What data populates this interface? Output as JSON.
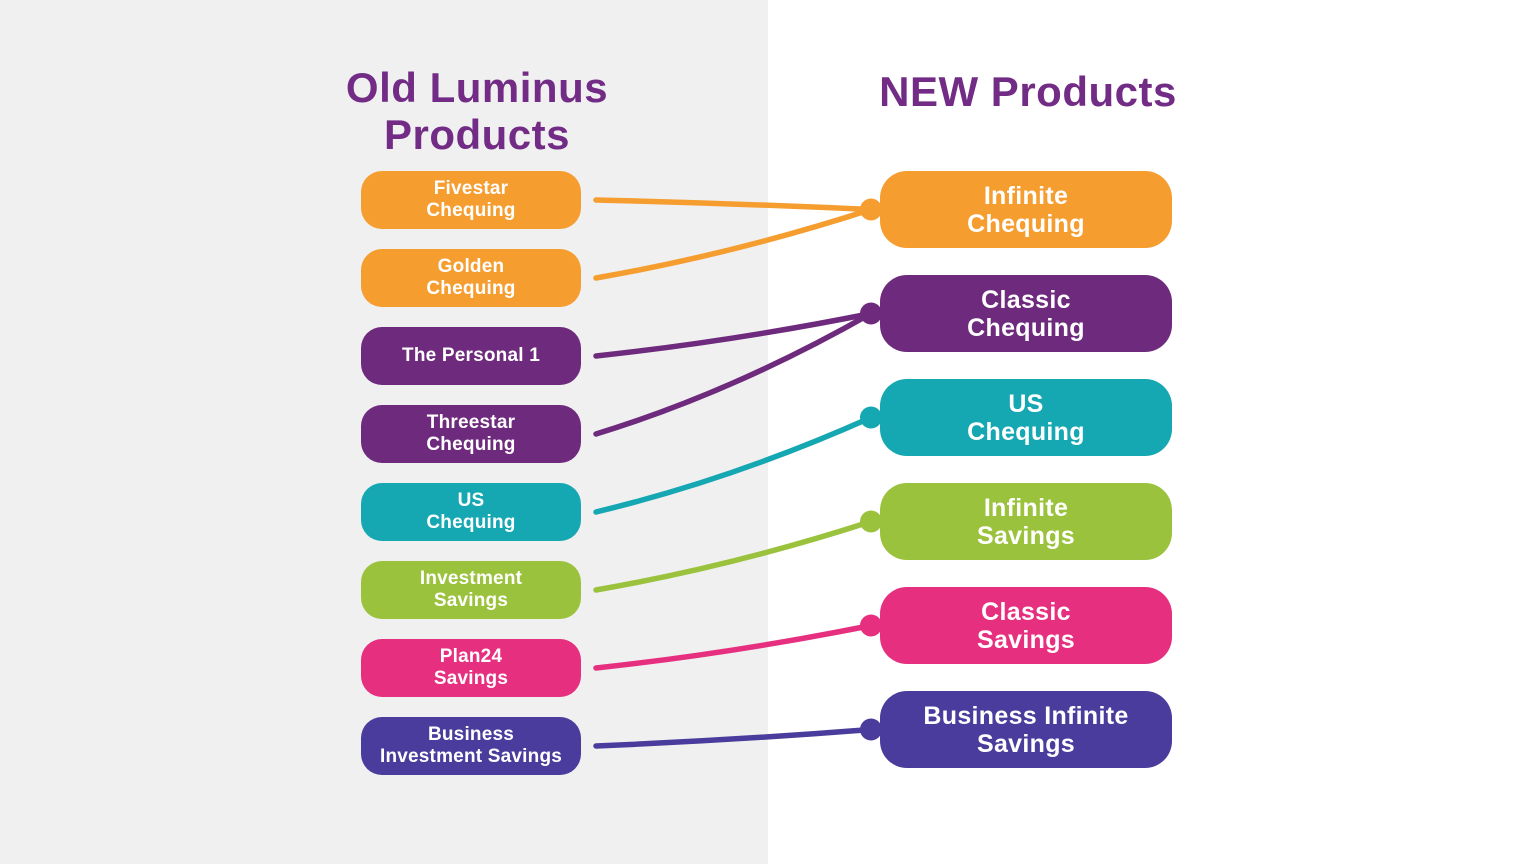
{
  "titles": {
    "left": "Old Luminus\nProducts",
    "right": "NEW Products"
  },
  "colors": {
    "left_panel_bg": "#F0F0F1",
    "right_panel_bg": "#FFFFFF",
    "title_text": "#722C85",
    "pill_text": "#FFFFFF",
    "orange": "#F69D30",
    "purple": "#6E2A7C",
    "teal": "#15A7B2",
    "green": "#9BC23C",
    "pink": "#E6307F",
    "indigo": "#4A3C9C"
  },
  "old_products": [
    {
      "label": "Fivestar\nChequing",
      "color": "#F69D30"
    },
    {
      "label": "Golden\nChequing",
      "color": "#F69D30"
    },
    {
      "label": "The Personal 1",
      "color": "#6E2A7C"
    },
    {
      "label": "Threestar\nChequing",
      "color": "#6E2A7C"
    },
    {
      "label": "US\nChequing",
      "color": "#15A7B2"
    },
    {
      "label": "Investment\nSavings",
      "color": "#9BC23C"
    },
    {
      "label": "Plan24\nSavings",
      "color": "#E6307F"
    },
    {
      "label": "Business\nInvestment Savings",
      "color": "#4A3C9C"
    }
  ],
  "new_products": [
    {
      "label": "Infinite\nChequing",
      "color": "#F69D30"
    },
    {
      "label": "Classic\nChequing",
      "color": "#6E2A7C"
    },
    {
      "label": "US\nChequing",
      "color": "#15A7B2"
    },
    {
      "label": "Infinite\nSavings",
      "color": "#9BC23C"
    },
    {
      "label": "Classic\nSavings",
      "color": "#E6307F"
    },
    {
      "label": "Business Infinite\nSavings",
      "color": "#4A3C9C"
    }
  ],
  "connections": [
    {
      "from": 0,
      "to": 0,
      "color": "#F69D30"
    },
    {
      "from": 1,
      "to": 0,
      "color": "#F69D30"
    },
    {
      "from": 2,
      "to": 1,
      "color": "#6E2A7C"
    },
    {
      "from": 3,
      "to": 1,
      "color": "#6E2A7C"
    },
    {
      "from": 4,
      "to": 2,
      "color": "#15A7B2"
    },
    {
      "from": 5,
      "to": 3,
      "color": "#9BC23C"
    },
    {
      "from": 6,
      "to": 4,
      "color": "#E6307F"
    },
    {
      "from": 7,
      "to": 5,
      "color": "#4A3C9C"
    }
  ]
}
